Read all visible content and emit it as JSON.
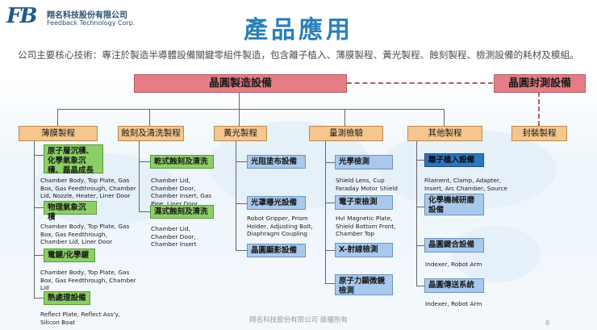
{
  "header": {
    "logo_text": "FB",
    "company_cn": "翔名科技股份有限公司",
    "company_en": "Feedback Technology Corp.",
    "title": "產品應用"
  },
  "intro": "公司主要核心技術：專注於製造半導體設備關鍵零組件製造，包含離子植入、薄膜製程、黃光製程、蝕刻製程、檢測設備的耗材及模組。",
  "top": {
    "wafer_mfg": "晶圓製造設備",
    "wafer_pkg": "晶圓封測設備"
  },
  "cats": {
    "thin_film": "薄膜製程",
    "etch": "蝕刻及清洗製程",
    "litho": "黃光製程",
    "inspect": "量測檢驗",
    "other": "其他製程",
    "pkg": "封裝製程"
  },
  "thin_film": {
    "cvd": "原子層沉積、化學氣象沉積、磊晶成長",
    "cvd_desc": "Chamber Body, Top Plate, Gas Box, Gas Feedthrough, Chamber Lid, Nozzle, Heater, Liner Door",
    "pvd": "物理氣象沉積",
    "pvd_desc": "Chamber Body, Top Plate, Gas Box, Gas Feedthrough, Chamber Lid, Liner Door",
    "plating": "電鍍/化學鍍",
    "plating_desc": "Chamber Body, Top Plate, Gas Box, Gas Feedthrough, Chamber Lid",
    "thermal": "熱處理設備",
    "thermal_desc": "Reflect Plate, Reflect Ass'y, Silicon Boat"
  },
  "etch": {
    "dry": "乾式蝕刻及清洗",
    "dry_desc": "Chamber Lid, Chamber Door, Chamber Insert, Gas Pipe, Liner Door",
    "wet": "濕式蝕刻及清洗",
    "wet_desc": "Chamber Lid, Chamber Door, Chamber Insert"
  },
  "litho": {
    "coater": "光阻塗布設備",
    "exposure": "光罩曝光設備",
    "exposure_desc": "Robot Gripper, Prism Holder, Adjusting Bolt, Diaphragm Coupling",
    "developer": "晶圓顯影設備"
  },
  "inspect": {
    "optical": "光學檢測",
    "optical_desc": "Shield Lens, Cup Faraday Motor Shield",
    "ebeam": "電子束檢測",
    "ebeam_desc": "Hvl Magnetic Plate, Shield Bottom Front, Chamber Top",
    "xray": "X-射線檢測",
    "afm": "原子力顯微鏡檢測"
  },
  "other": {
    "implant": "離子植入設備",
    "implant_desc": "Filament, Clamp, Adapter, Insert, Arc Chamber, Source Head",
    "cmp": "化學機械研磨設備",
    "bonding": "晶圓鍵合設備",
    "bonding_desc": "Indexer, Robot Arm",
    "transfer": "晶圓傳送系統",
    "transfer_desc": "Indexer, Robot Arm"
  },
  "footer": {
    "copyright": "翔名科技股份有限公司 版權所有",
    "page": "8"
  },
  "colors": {
    "title": "#2c7fb8",
    "top_box": "#e57d86",
    "category": "#f6c68e",
    "thin_film_etch_items": "#8bcf65",
    "other_items": "#a9c9ec",
    "highlight_item": "#2f74c0"
  }
}
